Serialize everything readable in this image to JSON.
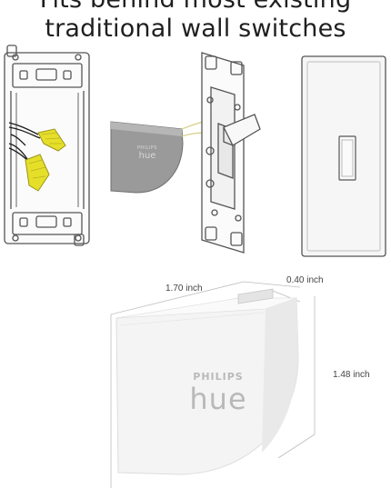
{
  "headline": {
    "line1": "Fits behind most existing",
    "line2": "traditional wall switches"
  },
  "module_small": {
    "brand": "PHILIPS",
    "product": "hue"
  },
  "module_large": {
    "brand": "PHILIPS",
    "product": "hue"
  },
  "dimensions": {
    "width": "1.70 inch",
    "depth": "0.40 inch",
    "height": "1.48 inch"
  },
  "colors": {
    "wire_nut": "#e6df2a",
    "module_small": "#9a9a9a",
    "module_large": "#f4f4f4"
  }
}
